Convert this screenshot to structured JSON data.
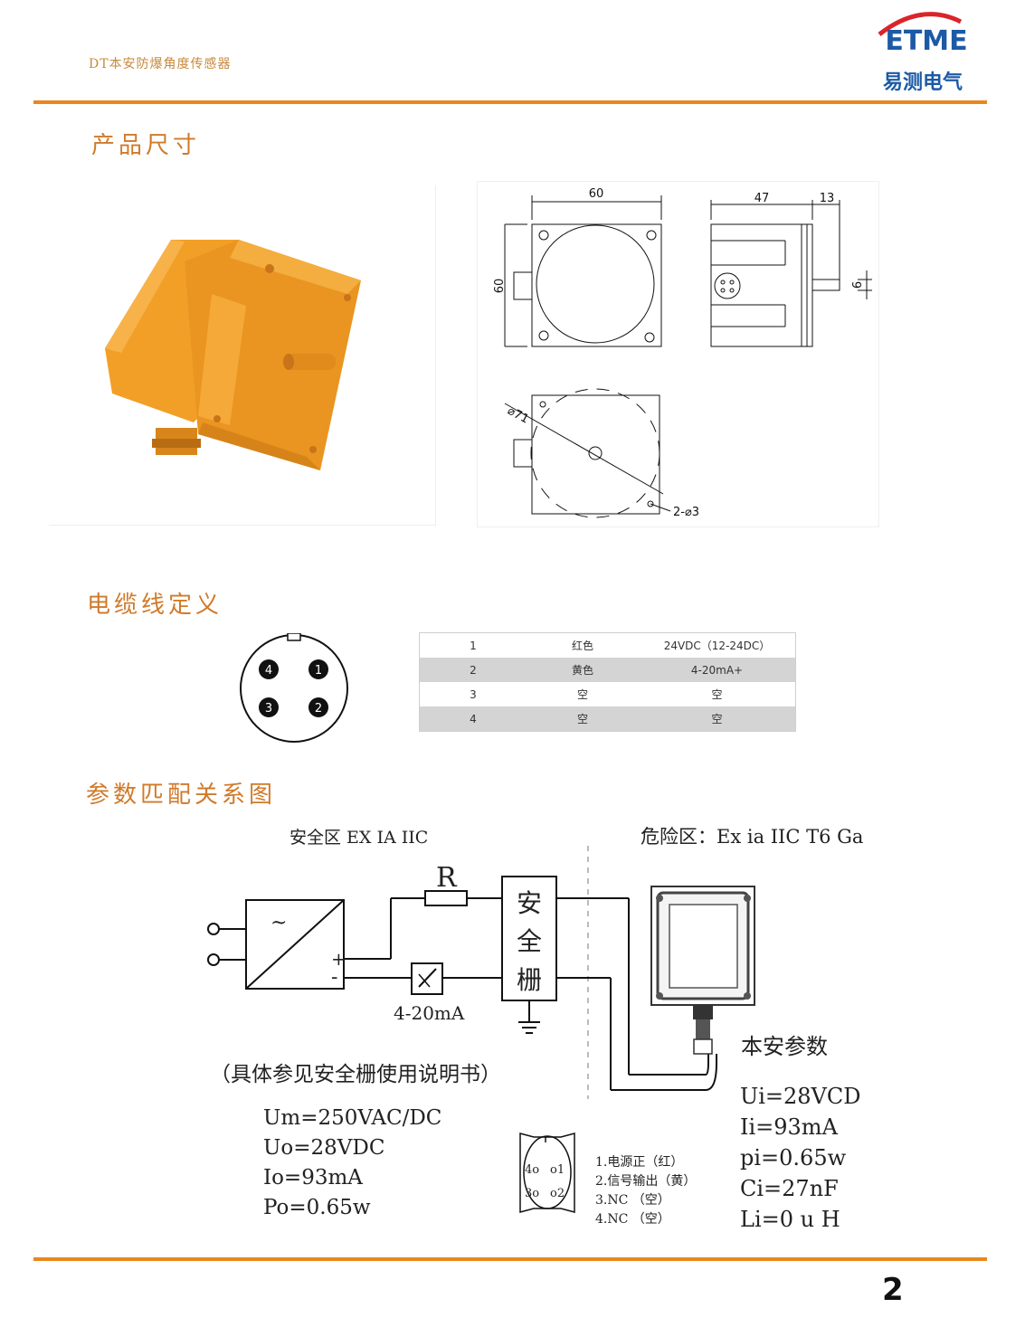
{
  "header": {
    "doc_title": "DT本安防爆角度传感器",
    "logo_text": "ETME",
    "logo_subtitle": "易测电气"
  },
  "sections": {
    "dimensions": "产品尺寸",
    "cable": "电缆线定义",
    "params": "参数匹配关系图"
  },
  "dimensions": {
    "front_width": "60",
    "front_height": "60",
    "side_depth": "47",
    "shaft_length": "13",
    "shaft_dia": "6",
    "circle_dia": "⌀71",
    "holes": "2-⌀3"
  },
  "connector": {
    "pins": [
      "4",
      "1",
      "3",
      "2"
    ]
  },
  "pin_table": [
    {
      "pin": "1",
      "color": "红色",
      "function": "24VDC（12-24DC）"
    },
    {
      "pin": "2",
      "color": "黄色",
      "function": "4-20mA+"
    },
    {
      "pin": "3",
      "color": "空",
      "function": "空"
    },
    {
      "pin": "4",
      "color": "空",
      "function": "空"
    }
  ],
  "diagram": {
    "safe_zone": "安全区  EX  IA  IIC",
    "danger_zone": "危险区：Ex ia IIC T6 Ga",
    "resistor": "R",
    "barrier": [
      "安",
      "全",
      "栅"
    ],
    "current": "4-20mA",
    "note": "（具体参见安全栅使用说明书）",
    "plus": "+",
    "minus": "-",
    "tilde": "~",
    "barrier_params": [
      "Um=250VAC/DC",
      "Uo=28VDC",
      "Io=93mA",
      "Po=0.65w"
    ],
    "is_title": "本安参数",
    "is_params": [
      "Ui=28VCD",
      "Ii=93mA",
      "pi=0.65w",
      "Ci=27nF",
      "Li=0  u H"
    ],
    "wiring": [
      "1.电源正（红）",
      "2.信号输出（黄）",
      "3.NC        （空）",
      "4.NC        （空）"
    ],
    "connector_pins": [
      "4o",
      "o1",
      "3o",
      "o2"
    ]
  },
  "page_number": "2",
  "colors": {
    "accent": "#e8871e",
    "sensor_body": "#f2a22c"
  }
}
